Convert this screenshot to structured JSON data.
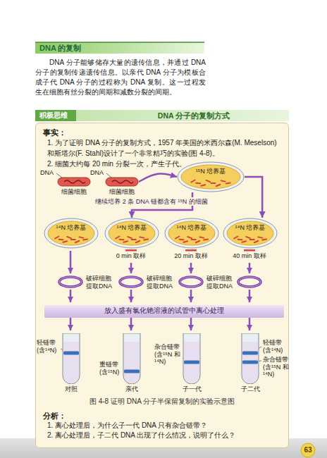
{
  "diagram": {
    "title": "DNA 的复制",
    "caption": "图 4-8 证明 DNA 分子半保留复制的实验示意图",
    "nodes": [
      {
        "text": [
          "积极思维",
          "DNA 分子的复制方式"
        ]
      },
      {
        "text": [
          "事实：",
          "1. 为了证明 DNA 分子的复制方式，1957 年美国的米西尔森(M. Meselson)和斯塔尔(F. Stahl)设计了一个非常精巧的实验(图 4-8)。",
          "2. 细菌大约每 20 min 分裂一次，产生子代。",
          "分析：",
          "1. 离心处理后，为什么子一代 DNA 只有杂合链带？",
          "2. 离心处理后，子二代 DNA 出现了什么情况，说明了什么？"
        ]
      },
      {
        "text": [
          "细菌细胞"
        ],
        "in": 1
      },
      {
        "text": [
          "细菌细胞"
        ],
        "in": 1
      },
      {
        "text": [
          "¹⁵N 培养基"
        ],
        "in": 1
      },
      {
        "text": [
          "¹⁴N 培养基"
        ],
        "in": 1
      },
      {
        "text": [
          "¹⁴N 培养基"
        ],
        "in": 1
      },
      {
        "text": [
          "¹⁴N 培养基"
        ],
        "in": 1
      },
      {
        "text": [
          "¹⁴N 培养基"
        ],
        "in": 1
      },
      {
        "text": [
          "放入盛有氯化铯溶液的试管中离心处理"
        ],
        "in": 1
      },
      {
        "text": [
          "对照"
        ],
        "in": 1
      },
      {
        "text": [
          "亲代"
        ],
        "in": 1
      },
      {
        "text": [
          "子一代"
        ],
        "in": 1
      },
      {
        "text": [
          "子二代"
        ],
        "in": 1
      }
    ],
    "edges": [
      {
        "from": 3,
        "to": 4,
        "arrow": "to"
      },
      {
        "from": 4,
        "to": 6,
        "arrow": "to",
        "label": "继续培养 2 条 DNA 链都含有 ¹⁵N 的细菌"
      },
      {
        "from": 4,
        "to": 8,
        "arrow": "to"
      }
    ],
    "labels": [
      "DNA 分子能够储存大量的遗传信息，并通过 DNA 分子的复制传递遗传信息。以亲代 DNA 分子为模板合成子代 DNA 分子的过程称为 DNA 复制。这一过程发生在细胞有丝分裂的间期和减数分裂的间期。",
      "DNA",
      "DNA",
      "0 min 取样",
      "20 min 取样",
      "40 min 取样",
      "破碎细胞 提取DNA",
      "破碎细胞 提取DNA",
      "破碎细胞 提取DNA",
      "轻链带 (含¹⁴N)",
      "重链带 (含¹⁵N)",
      "杂合链带 (含¹⁵N 和¹⁴N)",
      "轻链带 (含¹⁴N)",
      "杂合链带 (含¹⁵N 和¹⁴N)",
      "63"
    ]
  }
}
